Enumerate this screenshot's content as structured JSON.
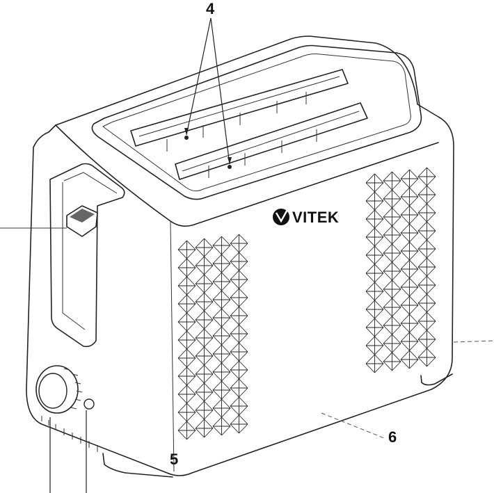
{
  "callouts": {
    "c4": "4",
    "c5": "5",
    "c6": "6"
  },
  "brand": {
    "name": "VITEK"
  }
}
